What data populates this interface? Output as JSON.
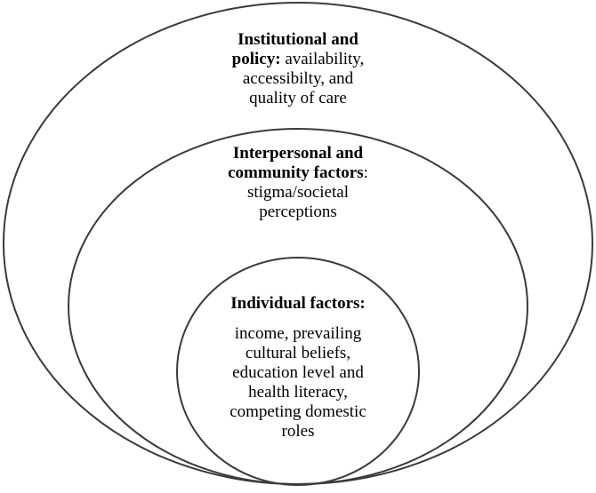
{
  "colors": {
    "stroke": "#3a3a3a",
    "text": "#000000",
    "background": "#ffffff"
  },
  "outer": {
    "title": "Institutional and",
    "title2": "policy:",
    "desc1": "availability,",
    "desc2": "accessibilty, and",
    "desc3": "quality of care"
  },
  "middle": {
    "title": "Interpersonal and",
    "title2": "community factors",
    "colon": ":",
    "desc1": "stigma/societal",
    "desc2": "perceptions"
  },
  "inner": {
    "title": "Individual factors:",
    "lines": [
      "income, prevailing",
      "cultural beliefs,",
      "education level and",
      "health literacy,",
      "competing domestic",
      "roles"
    ]
  }
}
